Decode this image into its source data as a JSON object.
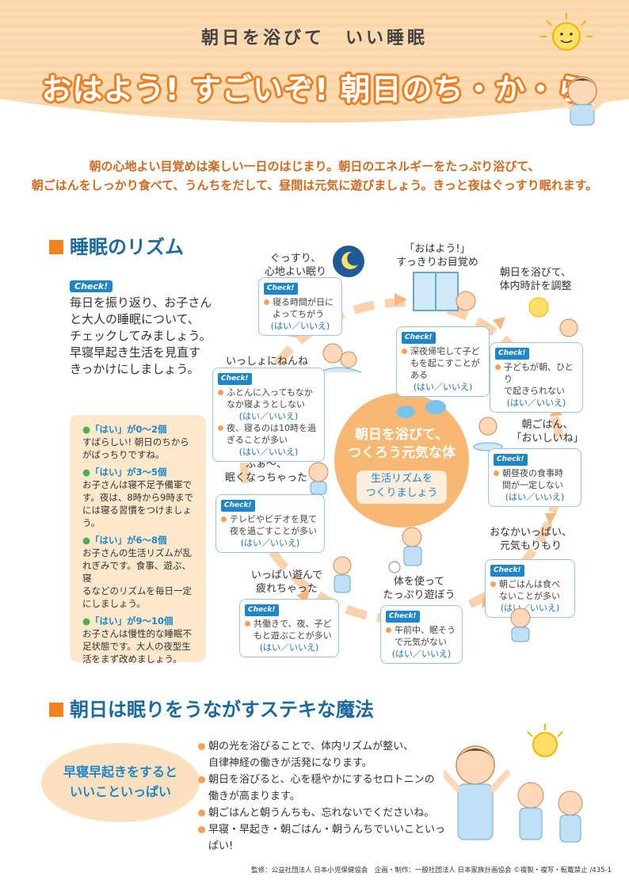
{
  "header": {
    "subtitle": "朝日を浴びて　いい睡眠",
    "title": "おはよう! すごいぞ! 朝日のち・か・ら"
  },
  "intro": {
    "line1": "朝の心地よい目覚めは楽しい一日のはじまり。朝日のエネルギーをたっぷり浴びて、",
    "line2": "朝ごはんをしっかり食べて、うんちをだして、昼間は元気に遊びましょう。きっと夜はぐっすり眠れます。"
  },
  "rhythm": {
    "title": "睡眠のリズム",
    "check_label": "Check!",
    "description": [
      "毎日を振り返り、お子さん",
      "と大人の睡眠について、",
      "チェックしてみましょう。",
      "早寝早起き生活を見直す",
      "きっかけにしましょう。"
    ],
    "legend": [
      {
        "head": "「はい」が0〜2個",
        "lines": [
          "すばらしい! 朝日のちから",
          "がばっちりですね。"
        ]
      },
      {
        "head": "「はい」が3〜5個",
        "lines": [
          "お子さんは寝不足予備軍で",
          "す。夜は、8時から9時まで",
          "には寝る習慣をつけましょ",
          "う。"
        ]
      },
      {
        "head": "「はい」が6〜8個",
        "lines": [
          "お子さんの生活リズムが乱",
          "れぎみです。食事、遊ぶ、寝",
          "るなどのリズムを毎日一定",
          "にしましょう。"
        ]
      },
      {
        "head": "「はい」が9〜10個",
        "lines": [
          "お子さんは慢性的な睡眠不",
          "足状態です。大人の夜型生",
          "活をまず改めましょう。"
        ]
      }
    ]
  },
  "center": {
    "line1": "朝日を浴びて、",
    "line2": "つくろう元気な体",
    "btn1": "生活リズムを",
    "btn2": "つくりましょう"
  },
  "cycle": {
    "answer": "(はい／いいえ)",
    "badge": "Check!",
    "nodes": [
      {
        "label": [
          "「おはよう!」",
          "すっきりお目覚め"
        ]
      },
      {
        "label": [
          "朝日を浴びて、",
          "体内時計を調整"
        ]
      },
      {
        "label": [
          "朝ごはん、",
          "「おいしいね」"
        ]
      },
      {
        "label": [
          "おなかいっぱい、",
          "元気もりもり"
        ]
      },
      {
        "label": [
          "体を使って",
          "たっぷり遊ぼう"
        ]
      },
      {
        "label": [
          "いっぱい遊んで",
          "疲れちゃった"
        ]
      },
      {
        "label": [
          "ふぁ〜、",
          "眠くなっちゃった"
        ]
      },
      {
        "label": [
          "いっしょにねんね"
        ]
      },
      {
        "label": [
          "ぐっすり、",
          "心地よい眠り"
        ]
      }
    ],
    "checks": [
      {
        "items": [
          [
            "寝る時間が日に",
            "よってちがう"
          ]
        ]
      },
      {
        "items": [
          [
            "深夜帰宅して子ど",
            "もを起こすことが",
            "ある"
          ]
        ]
      },
      {
        "items": [
          [
            "子どもが朝、ひとり",
            "で起きられない"
          ]
        ]
      },
      {
        "items": [
          [
            "朝昼夜の食事時",
            "間が一定しない"
          ]
        ]
      },
      {
        "items": [
          [
            "朝ごはんは食べ",
            "ないことが多い"
          ]
        ]
      },
      {
        "items": [
          [
            "午前中、眠そう",
            "で元気がない"
          ]
        ]
      },
      {
        "items": [
          [
            "共働きで、夜、子ど",
            "もと遊ぶことが多い"
          ]
        ]
      },
      {
        "items": [
          [
            "テレビやビデオを見て",
            "夜を過ごすことが多い"
          ]
        ]
      },
      {
        "items": [
          [
            "ふとんに入ってもなか",
            "なか寝ようとしない"
          ],
          [
            "夜、寝るのは10時を過",
            "ぎることが多い"
          ]
        ]
      }
    ]
  },
  "magic": {
    "title": "朝日は眠りをうながすステキな魔法",
    "benefit1": "早寝早起きをすると",
    "benefit2": "いいこといっぱい",
    "points": [
      [
        "朝の光を浴びることで、体内リズムが整い、",
        "自律神経の働きが活発になります。"
      ],
      [
        "朝日を浴びると、心を穏やかにするセロトニンの",
        "働きが高まります。"
      ],
      [
        "朝ごはんと朝うんちも、忘れないでくださいね。"
      ],
      [
        "早寝・早起き・朝ごはん・朝うんちでいいこといっぱい!"
      ]
    ]
  },
  "footer": "監修：公益社団法人 日本小児保健協会　企画・制作：一般社団法人 日本家族計画協会 ©複製・複写・転載禁止 /435-1",
  "colors": {
    "accent": "#f58220",
    "blue": "#1f86c9",
    "peach": "#fde8cc"
  }
}
